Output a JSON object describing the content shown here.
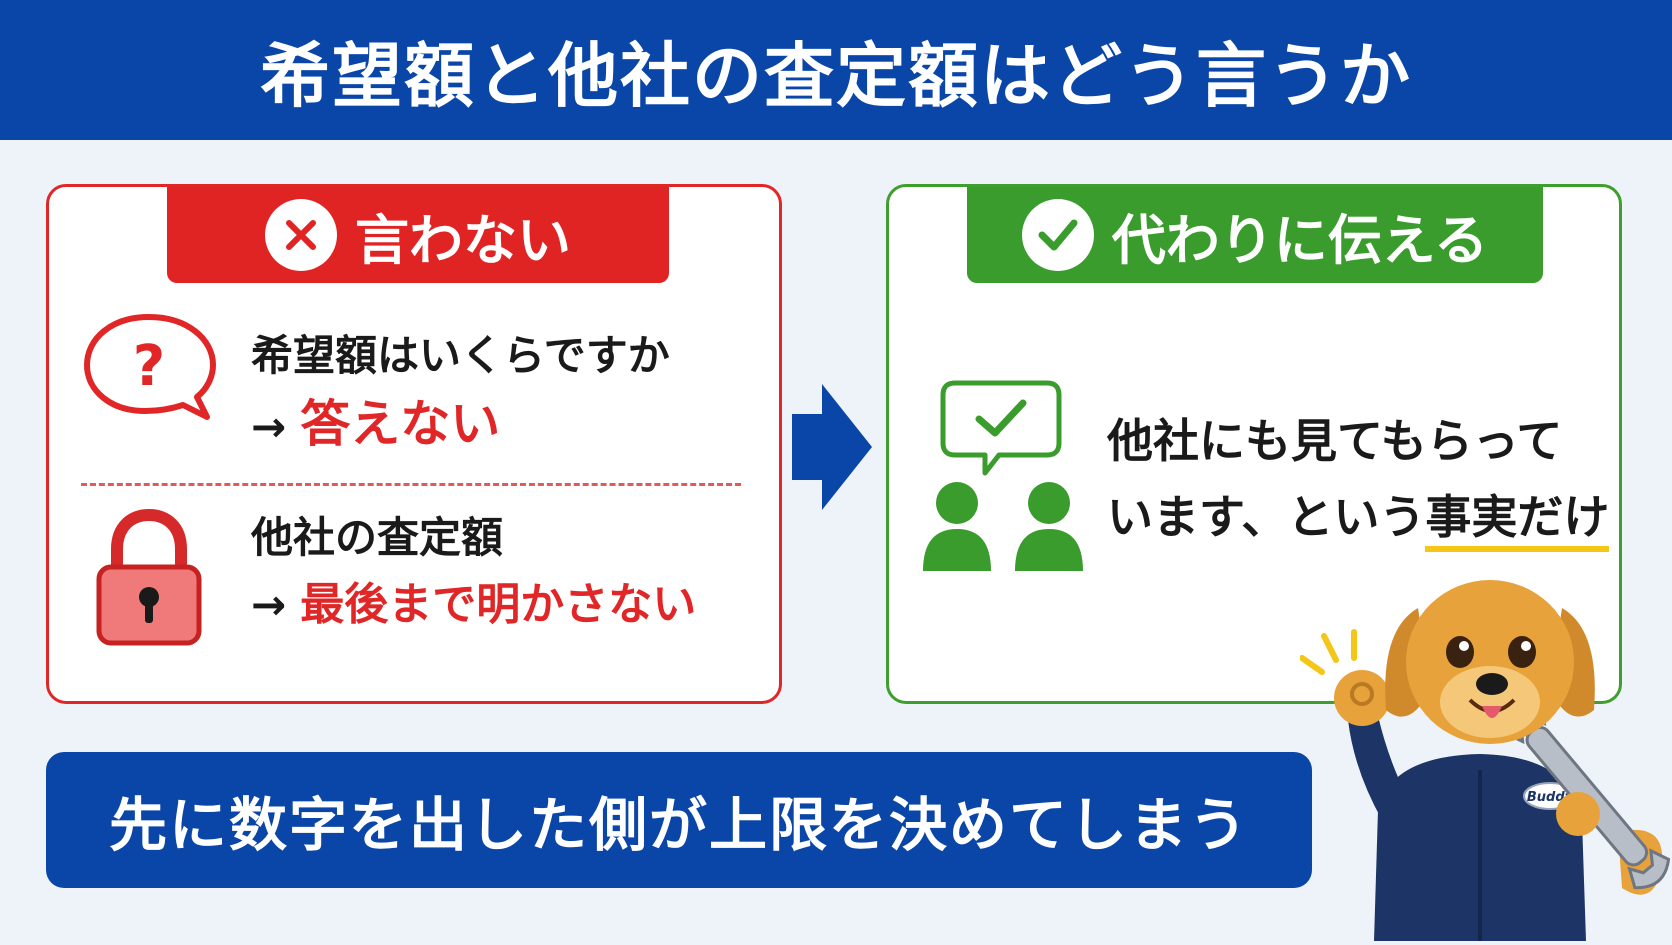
{
  "title": "希望額と他社の査定額はどう言うか",
  "left_panel": {
    "tab_label": "言わない",
    "item1_question": "希望額はいくらですか",
    "item1_arrow": "→",
    "item1_answer": "答えない",
    "item2_topic": "他社の査定額",
    "item2_arrow": "→",
    "item2_answer": "最後まで明かさない"
  },
  "right_panel": {
    "tab_label": "代わりに伝える",
    "line1": "他社にも見てもらって",
    "line2_plain": "います、という",
    "line2_emphasis": "事実だけ"
  },
  "bottom_message": "先に数字を出した側が上限を決めてしまう",
  "mascot": {
    "badge": "Buddy"
  },
  "colors": {
    "primary_blue": "#0a46a8",
    "red": "#e02626",
    "green": "#3a9c2c",
    "highlight": "#f5c518"
  }
}
